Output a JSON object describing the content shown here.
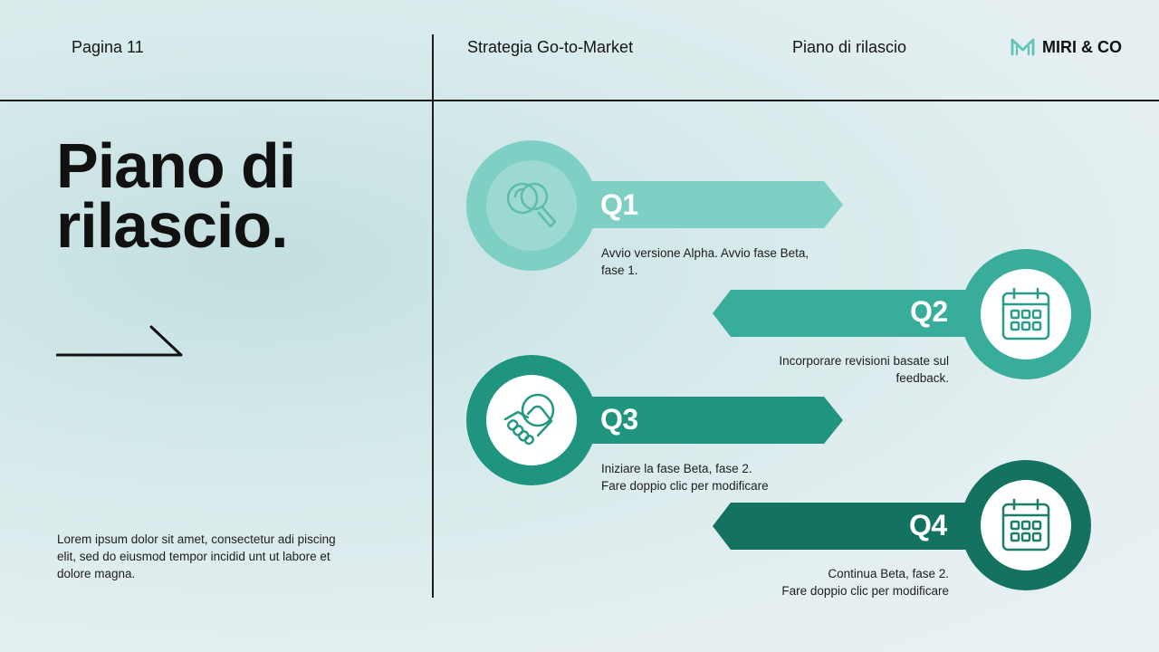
{
  "header": {
    "page": "Pagina 11",
    "section": "Strategia Go-to-Market",
    "subsection": "Piano di rilascio",
    "brand": "MIRI & CO"
  },
  "title": {
    "line1": "Piano di",
    "line2": "rilascio."
  },
  "body_text": "Lorem ipsum dolor sit amet, consectetur adi piscing elit, sed do eiusmod tempor incidid unt ut labore et dolore magna.",
  "timeline": [
    {
      "label": "Q1",
      "icon": "search-icon",
      "color": "#7ecfc4",
      "desc1": "Avvio versione Alpha. Avvio fase Beta,",
      "desc2": "fase 1."
    },
    {
      "label": "Q2",
      "icon": "calendar-icon",
      "color": "#38ad9b",
      "desc1": "Incorporare revisioni basate sul",
      "desc2": "feedback."
    },
    {
      "label": "Q3",
      "icon": "handshake-icon",
      "color": "#1f947f",
      "desc1": "Iniziare la fase Beta, fase 2.",
      "desc2": "Fare doppio clic per modificare"
    },
    {
      "label": "Q4",
      "icon": "calendar-icon",
      "color": "#137360",
      "desc1": "Continua Beta, fase 2.",
      "desc2": "Fare doppio clic per modificare"
    }
  ]
}
